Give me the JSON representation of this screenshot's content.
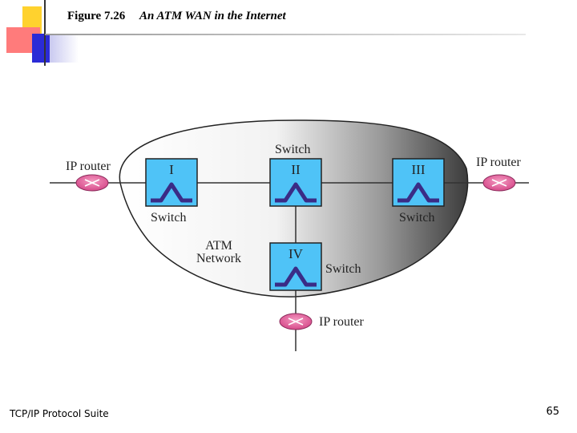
{
  "slide": {
    "figure_number": "Figure 7.26",
    "figure_caption": "An ATM WAN in the Internet",
    "footer_left": "TCP/IP Protocol Suite",
    "page_number": "65"
  },
  "diagram": {
    "network_label_line1": "ATM",
    "network_label_line2": "Network",
    "switches": [
      {
        "numeral": "I",
        "label": "Switch"
      },
      {
        "numeral": "II",
        "label": "Switch"
      },
      {
        "numeral": "III",
        "label": "Switch"
      },
      {
        "numeral": "IV",
        "label": "Switch"
      }
    ],
    "routers": [
      {
        "label": "IP router"
      },
      {
        "label": "IP router"
      },
      {
        "label": "IP router"
      }
    ]
  },
  "colors": {
    "switch_fill": "#4fc3f7",
    "router_fill": "#e3609b",
    "deco_yellow": "#ffd22e",
    "deco_red": "#ff6b6b",
    "deco_blue": "#2b2bd6"
  }
}
